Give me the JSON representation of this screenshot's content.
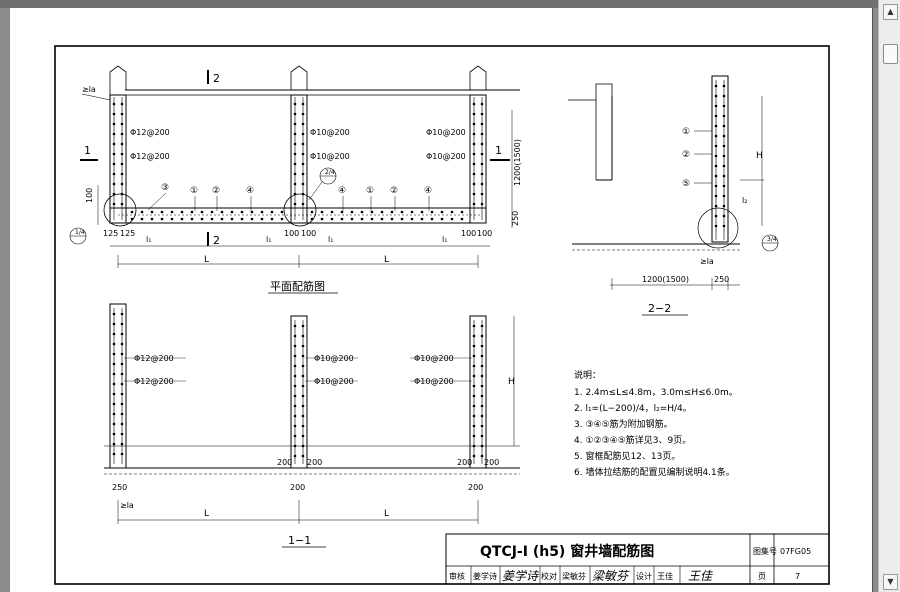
{
  "viewer": {
    "scroll_up": "▲",
    "scroll_down": "▼"
  },
  "plan": {
    "marks": {
      "section_1": "1",
      "section_2": "2",
      "la": "≥la"
    },
    "callouts": [
      "③",
      "①",
      "②",
      "④",
      "④",
      "①",
      "②",
      "④"
    ],
    "rebar_left_1": "Φ12@200",
    "rebar_left_2": "Φ12@200",
    "rebar_mid_1": "Φ10@200",
    "rebar_mid_2": "Φ10@200",
    "rebar_right_1": "Φ10@200",
    "rebar_right_2": "Φ10@200",
    "detail_1": "1/4",
    "detail_2": "2/4",
    "dims": {
      "d100": "100",
      "d250": "250",
      "d125a": "125",
      "d125b": "125",
      "h1200": "1200(1500)",
      "l1a": "l₁",
      "l1b": "l₁",
      "d100c": "100",
      "d100d": "100",
      "l1c": "l₁",
      "d100e": "100",
      "d100f": "100",
      "L1": "L",
      "L2": "L"
    },
    "caption": "平面配筋图"
  },
  "section22": {
    "callouts": [
      "①",
      "②",
      "⑤"
    ],
    "dims": {
      "H": "H",
      "l2": "l₂",
      "la": "≥la",
      "w": "1200(1500)",
      "d250": "250"
    },
    "detail": "3/4",
    "caption": "2−2"
  },
  "section11": {
    "rebar_left_1": "Φ12@200",
    "rebar_left_2": "Φ12@200",
    "rebar_mid_1": "Φ10@200",
    "rebar_mid_2": "Φ10@200",
    "rebar_right_1": "Φ10@200",
    "rebar_right_2": "Φ10@200",
    "dims": {
      "H": "H",
      "d250": "250",
      "la": "≥la",
      "d200a": "200",
      "d200b": "200",
      "d200c": "200",
      "d200d": "200",
      "d200e": "200",
      "d200f": "200",
      "L1": "L",
      "L2": "L"
    },
    "caption": "1−1"
  },
  "notes": {
    "heading": "说明：",
    "items": [
      "1.  2.4m≤L≤4.8m，3.0m≤H≤6.0m。",
      "2.  l₁=(L−200)/4，l₂=H/4。",
      "3.  ③④⑤筋为附加钢筋。",
      "4.  ①②③④⑤筋详见3、9页。",
      "5.  窗框配筋见12、13页。",
      "6.  墙体拉结筋的配置见编制说明4.1条。"
    ]
  },
  "title_block": {
    "title": "QTCJ-I (h5) 窗井墙配筋图",
    "atlas_label": "图集号",
    "atlas_no": "07FG05",
    "review": "审核",
    "reviewer": "姜学诗",
    "check": "校对",
    "checker": "梁敏芬",
    "design": "设计",
    "designer": "王佳",
    "page_label": "页",
    "page_no": "7",
    "sig_review": "姜学诗",
    "sig_check": "梁敏芬",
    "sig_design": "王佳"
  }
}
